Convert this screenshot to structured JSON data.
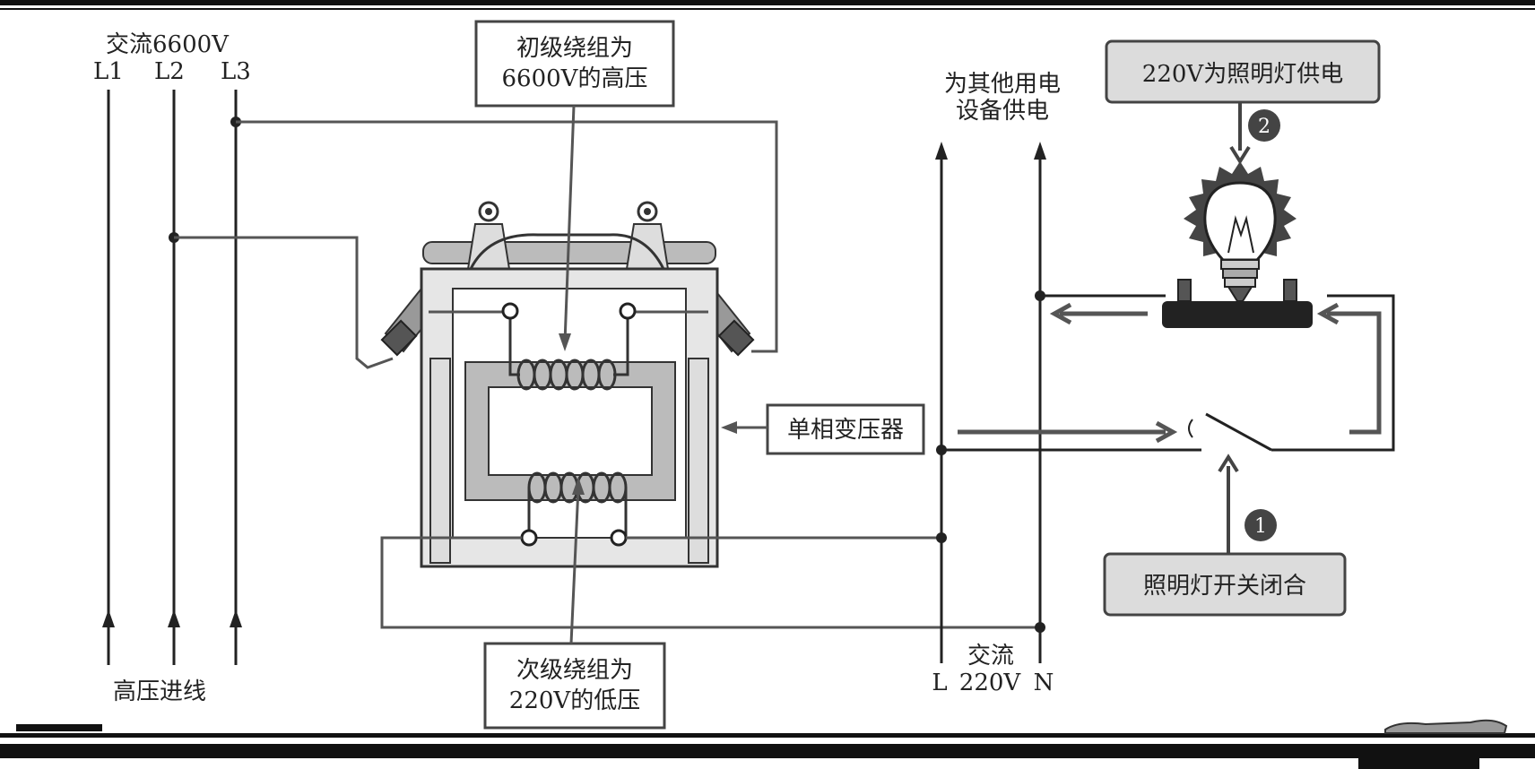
{
  "high_voltage": {
    "title": "交流6600V",
    "phases": [
      "L1",
      "L2",
      "L3"
    ],
    "incoming_label": "高压进线"
  },
  "primary_label": {
    "line1": "初级绕组为",
    "line2": "6600V的高压"
  },
  "secondary_label": {
    "line1": "次级绕组为",
    "line2": "220V的低压"
  },
  "transformer_label": "单相变压器",
  "other_loads_label": {
    "line1": "为其他用电",
    "line2": "设备供电"
  },
  "low_voltage": {
    "title": "交流",
    "voltage": "220V",
    "line": "L",
    "neutral": "N"
  },
  "lamp_label": "220V为照明灯供电",
  "switch_label": "照明灯开关闭合",
  "steps": [
    "1",
    "2"
  ],
  "colors": {
    "wire": "#555555",
    "box_fill": "#dcdcdc",
    "core": "#bbbbbb",
    "badge": "#444444"
  }
}
